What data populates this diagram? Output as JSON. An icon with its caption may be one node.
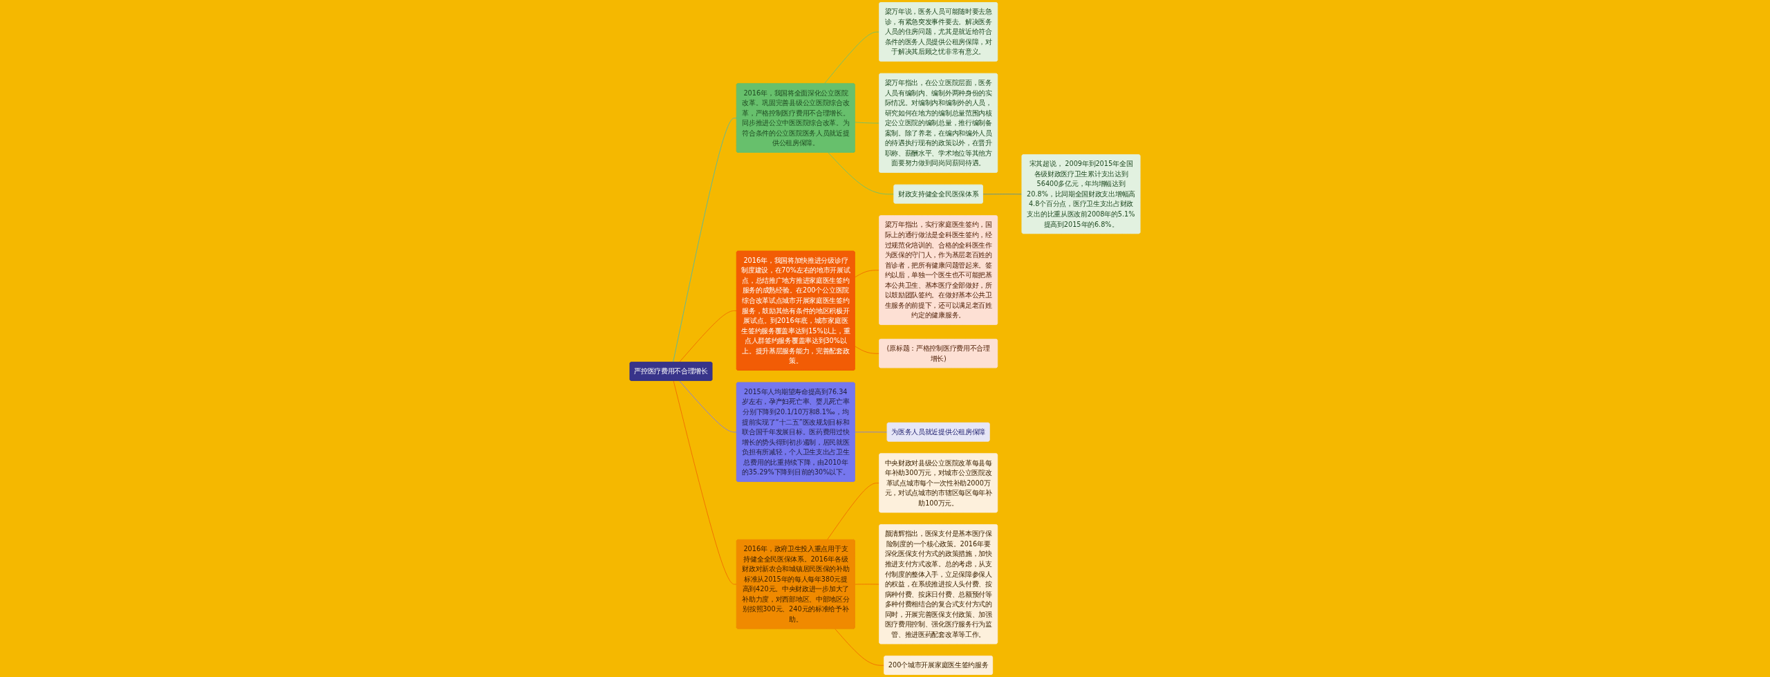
{
  "diagram": {
    "nodes": [
      {
        "text": [
          "严控医疗费用不合理增长"
        ]
      },
      {
        "text": [
          "2016年，我国将全面深化公立医院改革。巩固完善县级公立医院综合改革，严格控制医疗费用不合理增长。同步推进公立中医医院综合改革。为符合条件的公立医院医务人员就近提供公租房保障。"
        ]
      },
      {
        "text": [
          "梁万年说，医务人员可能随时要去急诊，有紧急突发事件要去。解决医务人员的住房问题，尤其是就近给符合条件的医务人员提供公租房保障，对于解决其后顾之忧非常有意义。"
        ]
      },
      {
        "text": [
          "梁万年指出，在公立医院层面，医务人员有编制内、编制外两种身份的实际情况。对编制内和编制外的人员，研究如何在地方的编制总量范围内核定公立医院的编制总量，推行编制备案制。除了养老，在编内和编外人员的待遇执行现有的政策以外，在晋升职称、薪酬水平、学术地位等其他方面要努力做到同岗同薪同待遇。"
        ]
      },
      {
        "text": [
          "财政支持健全全民医保体系"
        ]
      },
      {
        "text": [
          "宋其超说， 2009年到2015年全国各级财政医疗卫生累计支出达到56400多亿元，年均增幅达到20.8%，比同期全国财政支出增幅高4.8个百分点，医疗卫生支出占财政支出的比重从医改前2008年的5.1%提高到2015年的6.8%。"
        ]
      },
      {
        "text": [
          "2016年，我国将加快推进分级诊疗制度建设，在70%左右的地市开展试点，总结推广地方推进家庭医生签约服务的成熟经验。在200个公立医院综合改革试点城市开展家庭医生签约服务，鼓励其他有条件的地区积极开展试点。到2016年底，城市家庭医生签约服务覆盖率达到15%以上，重点人群签约服务覆盖率达到30%以上。提升基层服务能力，完善配套政策。"
        ]
      },
      {
        "text": [
          "梁万年指出，实行家庭医生签约，国际上的通行做法是全科医生签约，经过规范化培训的、合格的全科医生作为医保的守门人，作为基层老百姓的首诊者，把所有健康问题管起来。签约以后，单独一个医生也不可能把基本公共卫生、基本医疗全部做好，所以鼓励团队签约。在做好基本公共卫生服务的前提下，还可以满足老百姓约定的健康服务。"
        ]
      },
      {
        "text": [
          "(原标题：严格控制医疗费用不合理增长)"
        ]
      },
      {
        "text": [
          "2015年人均期望寿命提高到76.34岁左右，孕产妇死亡率、婴儿死亡率分别下降到20.1/10万和8.1‰，均提前实现了“十二五”医改规划目标和联合国千年发展目标。医药费用过快增长的势头得到初步遏制，居民就医负担有所减轻，个人卫生支出占卫生总费用的比重持续下降，由2010年的35.29%下降到目前的30%以下。"
        ]
      },
      {
        "text": [
          "为医务人员就近提供公租房保障"
        ]
      },
      {
        "text": [
          "2016年，政府卫生投入重点用于支持健全全民医保体系。2016年各级财政对新农合和城镇居民医保的补助标准从2015年的每人每年380元提高到420元。中央财政进一步加大了补助力度，对西部地区、中部地区分别按照300元、240元的标准给予补助。"
        ]
      },
      {
        "text": [
          "中央财政对县级公立医院改革每县每年补助300万元，对城市公立医院改革试点城市每个一次性补助2000万元，对试点城市的市辖区每区每年补助100万元。"
        ]
      },
      {
        "text": [
          "颜清辉指出，医保支付是基本医疗保险制度的一个核心政策。2016年要深化医保支付方式的政策措施，加快推进支付方式改革。总的考虑，从支付制度的整体入手，立足保障参保人的权益，在系统推进按人头付费、按病种付费、按床日付费、总额预付等多种付费相结合的复合式支付方式的同时，开展完善医保支付政策、加强医疗费用控制、强化医疗服务行为监管、推进医药配套改革等工作。"
        ]
      },
      {
        "text": [
          "200个城市开展家庭医生签约服务"
        ]
      }
    ],
    "edges": [
      {
        "from": 0,
        "to": 1,
        "arrow": "none",
        "color": "#4fb8a8"
      },
      {
        "from": 1,
        "to": 2,
        "arrow": "none",
        "color": "#6cc070"
      },
      {
        "from": 1,
        "to": 3,
        "arrow": "none",
        "color": "#6cc070"
      },
      {
        "from": 1,
        "to": 4,
        "arrow": "none",
        "color": "#6cc070"
      },
      {
        "from": 4,
        "to": 5,
        "arrow": "none",
        "color": "#4a90a4"
      },
      {
        "from": 0,
        "to": 6,
        "arrow": "none"
      },
      {
        "from": 6,
        "to": 7,
        "arrow": "none"
      },
      {
        "from": 6,
        "to": 8,
        "arrow": "none"
      },
      {
        "from": 0,
        "to": 9,
        "arrow": "none",
        "color": "#7b7bef"
      },
      {
        "from": 9,
        "to": 10,
        "arrow": "none",
        "color": "#7b7bef"
      },
      {
        "from": 0,
        "to": 11,
        "arrow": "none"
      },
      {
        "from": 11,
        "to": 12,
        "arrow": "none"
      },
      {
        "from": 11,
        "to": 13,
        "arrow": "none"
      },
      {
        "from": 11,
        "to": 14,
        "arrow": "none"
      }
    ]
  }
}
